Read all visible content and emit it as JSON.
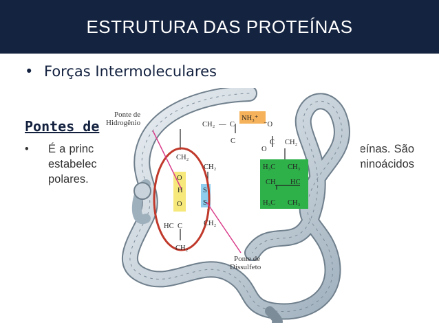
{
  "header": {
    "title": "ESTRUTURA DAS PROTEÍNAS",
    "bg_color": "#14233f"
  },
  "bullets": {
    "dot": "•",
    "item1": "Forças Intermoleculares"
  },
  "section": {
    "heading": "Pontes de",
    "dot": "•",
    "paragraph": "É a princ                                                                          teínas. São estabelec                                                                        minoácidos polares."
  },
  "figure": {
    "label_hidrogenio_1": "Ponte de",
    "label_hidrogenio_2": "Hidrogênio",
    "label_dissulfeto_1": "Ponte de",
    "label_dissulfeto_2": "Dissulfeto",
    "chem": {
      "ch2_top": "CH₂",
      "dash1": "—",
      "c_top": "C",
      "nh3": "NH₃⁺",
      "o_minus": "⁻O",
      "c_right": "C",
      "ch2_right": "CH₂",
      "o_bottom": "O",
      "c_under": "C",
      "ch2_left": "CH₂",
      "o1": "O",
      "h": "H",
      "o2": "O",
      "s1": "S",
      "s2": "S",
      "ch2_mid": "CH₂",
      "hc": "HC",
      "c_bottom": "C",
      "ch2_bottom": "CH₂",
      "h3c_1": "H₃C",
      "ch3_1": "CH₃",
      "ch": "CH",
      "hc2": "HC",
      "h3c_2": "H₃C",
      "ch3_2": "CH₃"
    },
    "colors": {
      "yellow": "#f6e87a",
      "blue": "#8fcdee",
      "orange": "#f6b25a",
      "green": "#2fb14a",
      "red_ring": "#c0392b",
      "pink_line": "#d93c8a"
    }
  }
}
